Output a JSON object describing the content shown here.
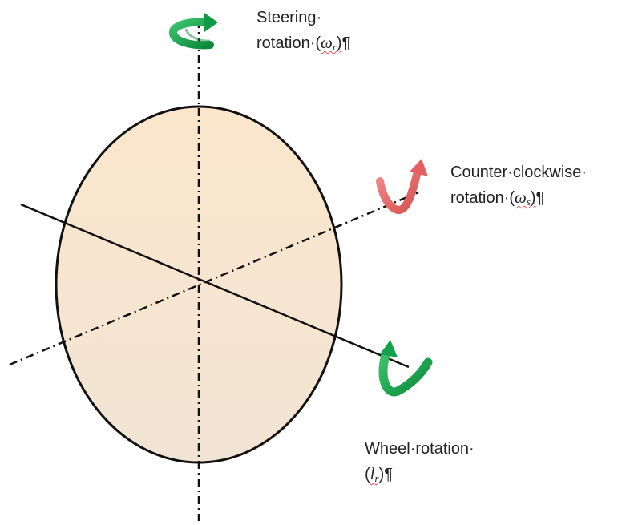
{
  "labels": {
    "steering": {
      "line1": "Steering·",
      "line2_prefix": "rotation·(",
      "symbol": "ω",
      "subscript": "r",
      "close": ")",
      "mark": "¶"
    },
    "counter_clockwise": {
      "line1": "Counter·clockwise·",
      "line2_prefix": "rotation·(",
      "symbol": "ω",
      "subscript": "s",
      "close": ")",
      "mark": "¶"
    },
    "wheel": {
      "line1": "Wheel·rotation·",
      "line2_prefix": "(",
      "symbol": "l",
      "subscript": "r",
      "close": ")",
      "mark": "¶"
    }
  },
  "icons": {
    "steering_arrow": "curved-arrow-icon",
    "counter_clockwise_arrow": "curved-arrow-icon",
    "wheel_arrow": "curved-arrow-icon"
  },
  "colors": {
    "wheel_fill_top": "#fbe6cc",
    "wheel_fill_bottom": "#f2e4d4",
    "outline": "#111111",
    "steering_arrow": "#11a04a",
    "counter_clockwise_arrow": "#e86a6a",
    "wheel_arrow": "#11a04a"
  }
}
